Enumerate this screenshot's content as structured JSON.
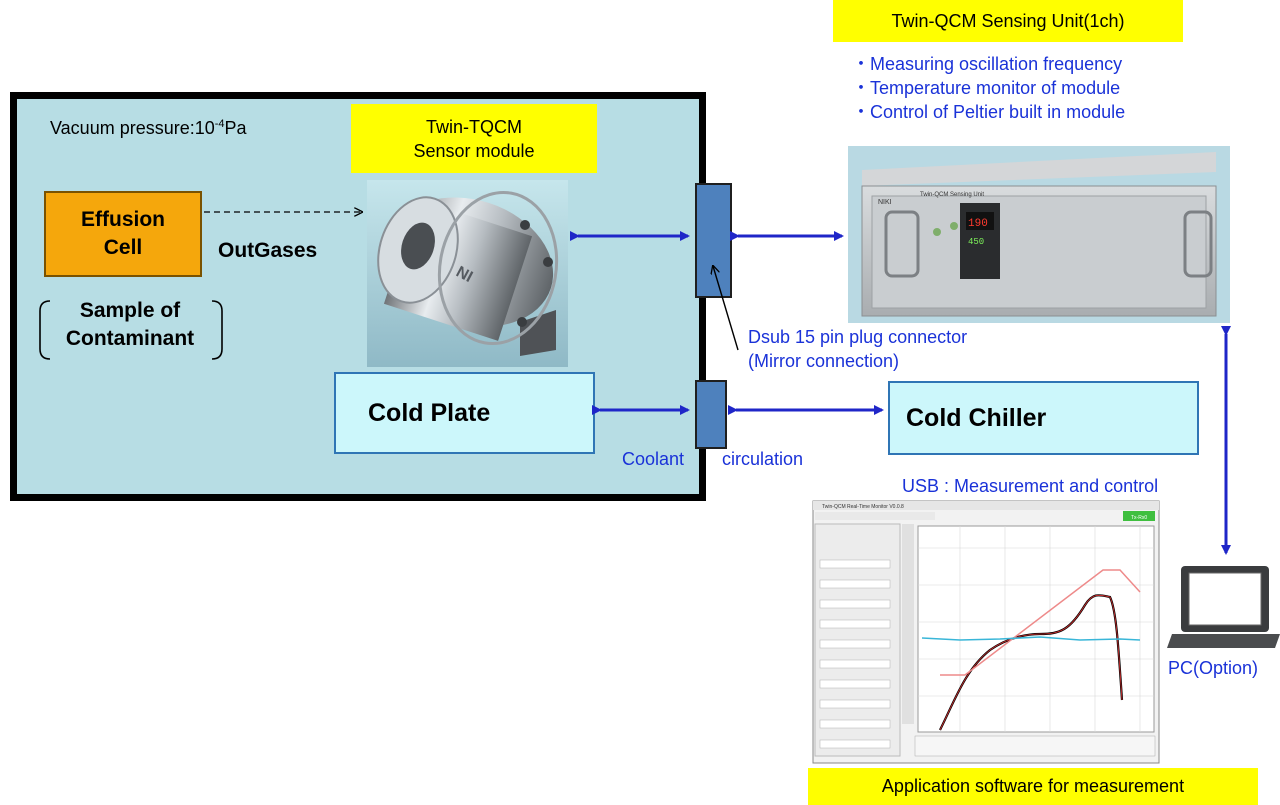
{
  "titles": {
    "sensing_unit": "Twin-QCM Sensing Unit(1ch)",
    "sensor_module_line1": "Twin-TQCM",
    "sensor_module_line2": "Sensor module",
    "software": "Application software for measurement"
  },
  "features": [
    "・Measuring oscillation frequency",
    "・Temperature monitor of module",
    "・Control of Peltier built in module"
  ],
  "chamber": {
    "vacuum_label": "Vacuum pressure:10",
    "vacuum_exp": "-4",
    "vacuum_unit": "Pa"
  },
  "effusion": {
    "line1": "Effusion",
    "line2": "Cell"
  },
  "outgases": "OutGases",
  "sample": {
    "line1": "Sample of",
    "line2": "Contaminant"
  },
  "cold_plate": "Cold Plate",
  "cold_chiller": "Cold Chiller",
  "connector": {
    "line1": "Dsub 15 pin plug connector",
    "line2": "(Mirror connection)"
  },
  "coolant": {
    "word1": "Coolant",
    "word2": "circulation"
  },
  "usb": "USB : Measurement and control",
  "pc": "PC(Option)",
  "unit_panel": {
    "brand": "NIKI",
    "name": "Twin-QCM Sensing Unit",
    "display1": "19.0",
    "display2": "45.0"
  },
  "software_window": {
    "title": "Twin-QCM Real-Time Monitor V0.0.8",
    "status": "Tx-Rx0"
  },
  "colors": {
    "arrow": "#1f26c8",
    "chamber": "#b7dde4",
    "highlight": "#ffff00",
    "cyan_box": "#ccf7fb",
    "effusion": "#f5a70c"
  }
}
